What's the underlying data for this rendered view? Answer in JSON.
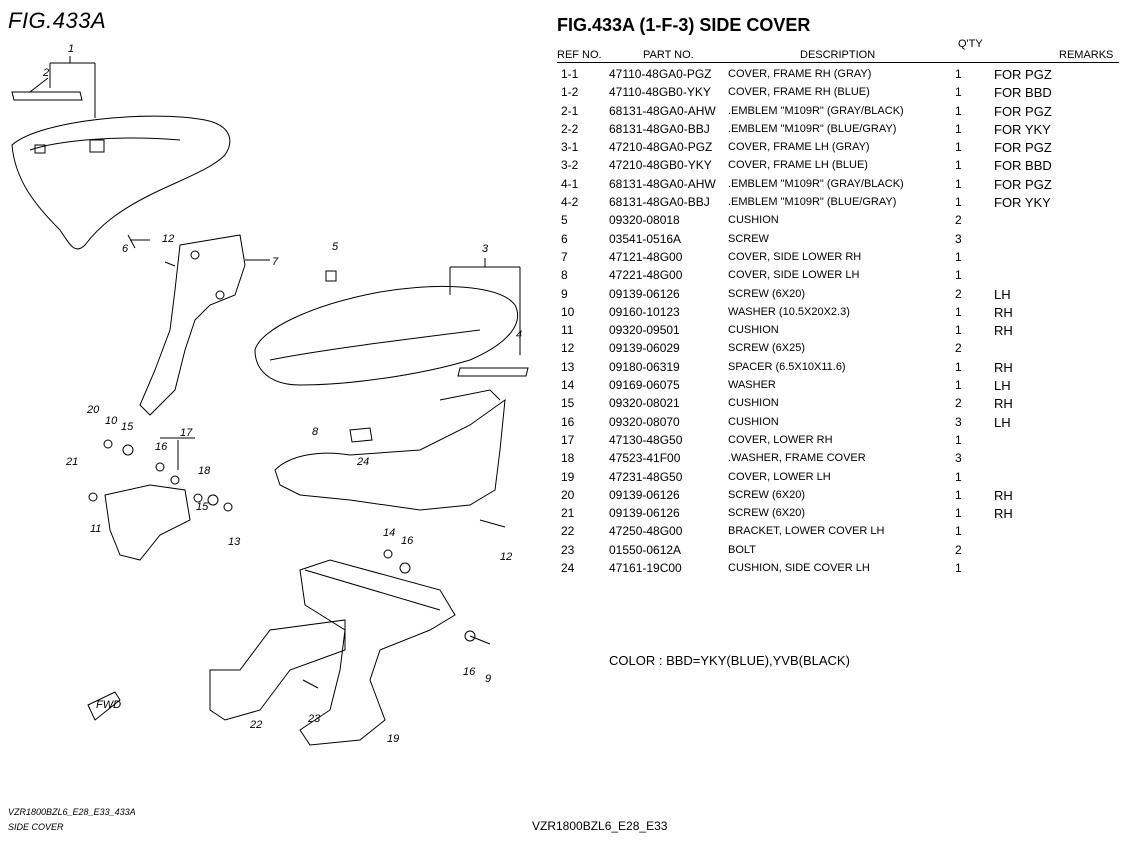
{
  "figure_label": "FIG.433A",
  "title": "FIG.433A (1-F-3) SIDE COVER",
  "headers": {
    "ref": "REF NO.",
    "part": "PART NO.",
    "desc": "DESCRIPTION",
    "qty": "Q'TY",
    "remarks": "REMARKS"
  },
  "parts": [
    {
      "ref": "1-1",
      "part": "47110-48GA0-PGZ",
      "desc": "COVER, FRAME RH (GRAY)",
      "qty": "1",
      "remarks": "FOR PGZ"
    },
    {
      "ref": "1-2",
      "part": "47110-48GB0-YKY",
      "desc": "COVER, FRAME RH (BLUE)",
      "qty": "1",
      "remarks": "FOR BBD"
    },
    {
      "ref": "2-1",
      "part": "68131-48GA0-AHW",
      "desc": ".EMBLEM \"M109R\" (GRAY/BLACK)",
      "qty": "1",
      "remarks": "FOR PGZ"
    },
    {
      "ref": "2-2",
      "part": "68131-48GA0-BBJ",
      "desc": ".EMBLEM \"M109R\" (BLUE/GRAY)",
      "qty": "1",
      "remarks": "FOR YKY"
    },
    {
      "ref": "3-1",
      "part": "47210-48GA0-PGZ",
      "desc": "COVER, FRAME LH (GRAY)",
      "qty": "1",
      "remarks": "FOR PGZ"
    },
    {
      "ref": "3-2",
      "part": "47210-48GB0-YKY",
      "desc": "COVER, FRAME LH (BLUE)",
      "qty": "1",
      "remarks": "FOR BBD"
    },
    {
      "ref": "4-1",
      "part": "68131-48GA0-AHW",
      "desc": ".EMBLEM \"M109R\" (GRAY/BLACK)",
      "qty": "1",
      "remarks": "FOR PGZ"
    },
    {
      "ref": "4-2",
      "part": "68131-48GA0-BBJ",
      "desc": ".EMBLEM \"M109R\" (BLUE/GRAY)",
      "qty": "1",
      "remarks": "FOR YKY"
    },
    {
      "ref": "5",
      "part": "09320-08018",
      "desc": "CUSHION",
      "qty": "2",
      "remarks": ""
    },
    {
      "ref": "6",
      "part": "03541-0516A",
      "desc": "SCREW",
      "qty": "3",
      "remarks": ""
    },
    {
      "ref": "7",
      "part": "47121-48G00",
      "desc": "COVER, SIDE LOWER RH",
      "qty": "1",
      "remarks": ""
    },
    {
      "ref": "8",
      "part": "47221-48G00",
      "desc": "COVER, SIDE LOWER LH",
      "qty": "1",
      "remarks": ""
    },
    {
      "ref": "9",
      "part": "09139-06126",
      "desc": "SCREW (6X20)",
      "qty": "2",
      "remarks": "LH"
    },
    {
      "ref": "10",
      "part": "09160-10123",
      "desc": "WASHER (10.5X20X2.3)",
      "qty": "1",
      "remarks": "RH"
    },
    {
      "ref": "11",
      "part": "09320-09501",
      "desc": "CUSHION",
      "qty": "1",
      "remarks": "RH"
    },
    {
      "ref": "12",
      "part": "09139-06029",
      "desc": "SCREW (6X25)",
      "qty": "2",
      "remarks": ""
    },
    {
      "ref": "13",
      "part": "09180-06319",
      "desc": "SPACER (6.5X10X11.6)",
      "qty": "1",
      "remarks": "RH"
    },
    {
      "ref": "14",
      "part": "09169-06075",
      "desc": "WASHER",
      "qty": "1",
      "remarks": "LH"
    },
    {
      "ref": "15",
      "part": "09320-08021",
      "desc": "CUSHION",
      "qty": "2",
      "remarks": "RH"
    },
    {
      "ref": "16",
      "part": "09320-08070",
      "desc": "CUSHION",
      "qty": "3",
      "remarks": "LH"
    },
    {
      "ref": "17",
      "part": "47130-48G50",
      "desc": "COVER, LOWER RH",
      "qty": "1",
      "remarks": ""
    },
    {
      "ref": "18",
      "part": "47523-41F00",
      "desc": ".WASHER, FRAME COVER",
      "qty": "3",
      "remarks": ""
    },
    {
      "ref": "19",
      "part": "47231-48G50",
      "desc": "COVER, LOWER LH",
      "qty": "1",
      "remarks": ""
    },
    {
      "ref": "20",
      "part": "09139-06126",
      "desc": "SCREW (6X20)",
      "qty": "1",
      "remarks": "RH"
    },
    {
      "ref": "21",
      "part": "09139-06126",
      "desc": "SCREW (6X20)",
      "qty": "1",
      "remarks": "RH"
    },
    {
      "ref": "22",
      "part": "47250-48G00",
      "desc": "BRACKET, LOWER COVER LH",
      "qty": "1",
      "remarks": ""
    },
    {
      "ref": "23",
      "part": "01550-0612A",
      "desc": "BOLT",
      "qty": "2",
      "remarks": ""
    },
    {
      "ref": "24",
      "part": "47161-19C00",
      "desc": "CUSHION, SIDE COVER LH",
      "qty": "1",
      "remarks": ""
    }
  ],
  "color_note": "COLOR : BBD=YKY(BLUE),YVB(BLACK)",
  "footer_left_1": "VZR1800BZL6_E28_E33_433A",
  "footer_left_2": "SIDE COVER",
  "footer_center": "VZR1800BZL6_E28_E33",
  "diagram_labels": {
    "l1": "1",
    "l2": "2",
    "l3": "3",
    "l4": "4",
    "l5": "5",
    "l6": "6",
    "l7": "7",
    "l8": "8",
    "l9": "9",
    "l10": "10",
    "l11": "11",
    "l12a": "12",
    "l12b": "12",
    "l13": "13",
    "l14": "14",
    "l15": "15",
    "l16a": "16",
    "l16b": "16",
    "l16c": "16",
    "l17": "17",
    "l18": "18",
    "l19": "19",
    "l20": "20",
    "l21": "21",
    "l22": "22",
    "l23": "23",
    "l24": "24",
    "fwd": "FWD"
  }
}
